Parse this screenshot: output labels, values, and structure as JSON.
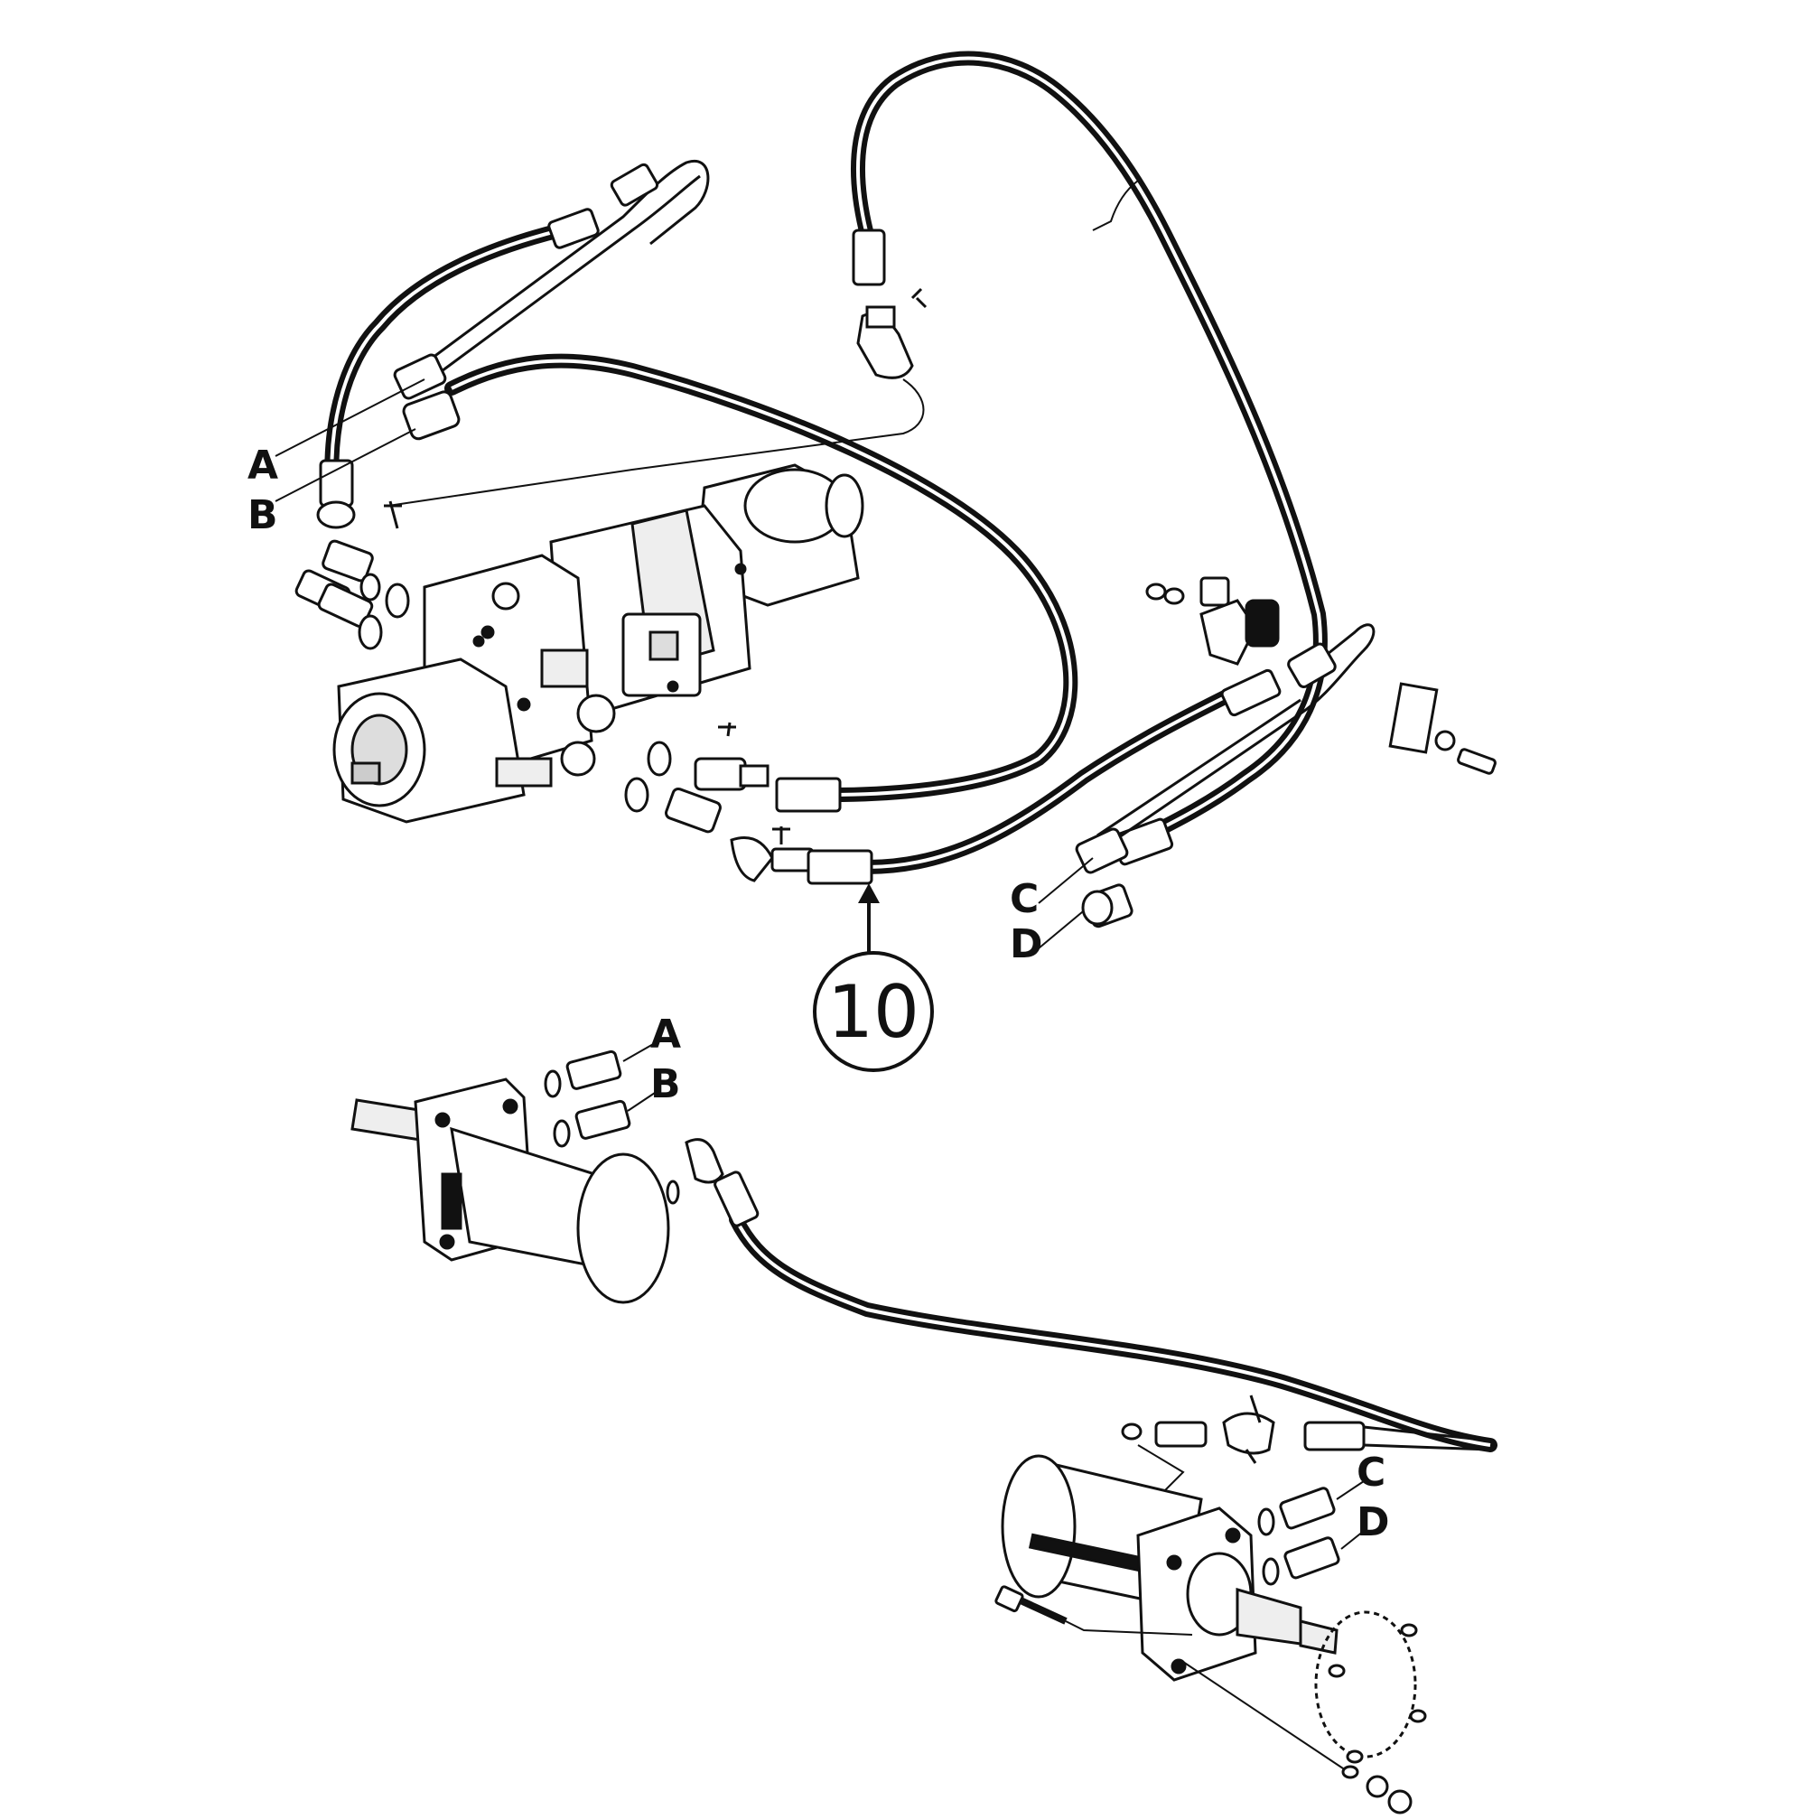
{
  "labels": {
    "upper_a": "A",
    "upper_b": "B",
    "upper_c": "C",
    "upper_d": "D",
    "lower_a": "A",
    "lower_b": "B",
    "lower_c": "C",
    "lower_d": "D"
  },
  "callout": {
    "number": "10"
  },
  "colors": {
    "ink": "#111111",
    "background": "#ffffff"
  }
}
